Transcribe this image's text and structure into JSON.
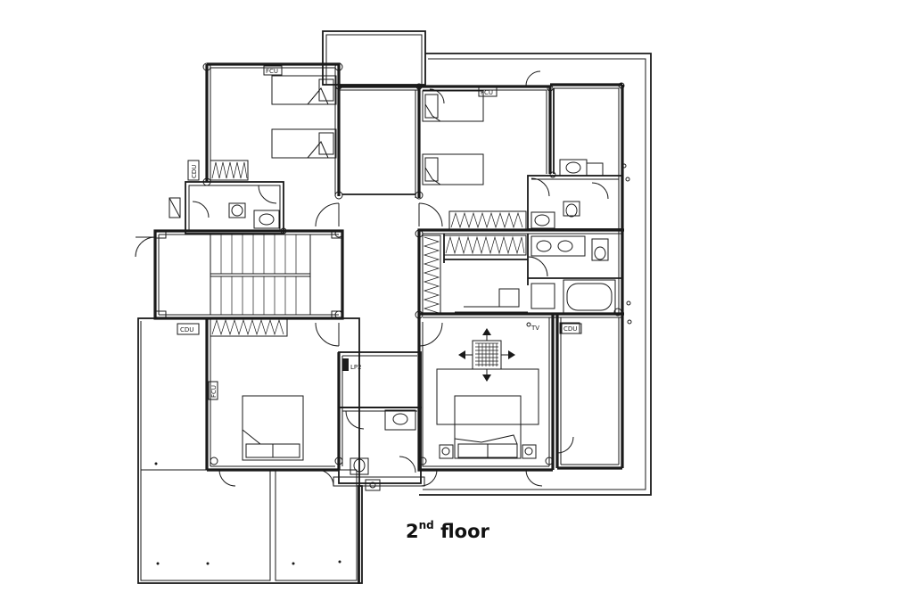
{
  "caption": {
    "number": "2",
    "superscript": "nd",
    "word": "floor"
  },
  "labels": {
    "fcu": "FCU",
    "cdu": "CDU",
    "lp2": "LP2",
    "tv": "TV"
  }
}
